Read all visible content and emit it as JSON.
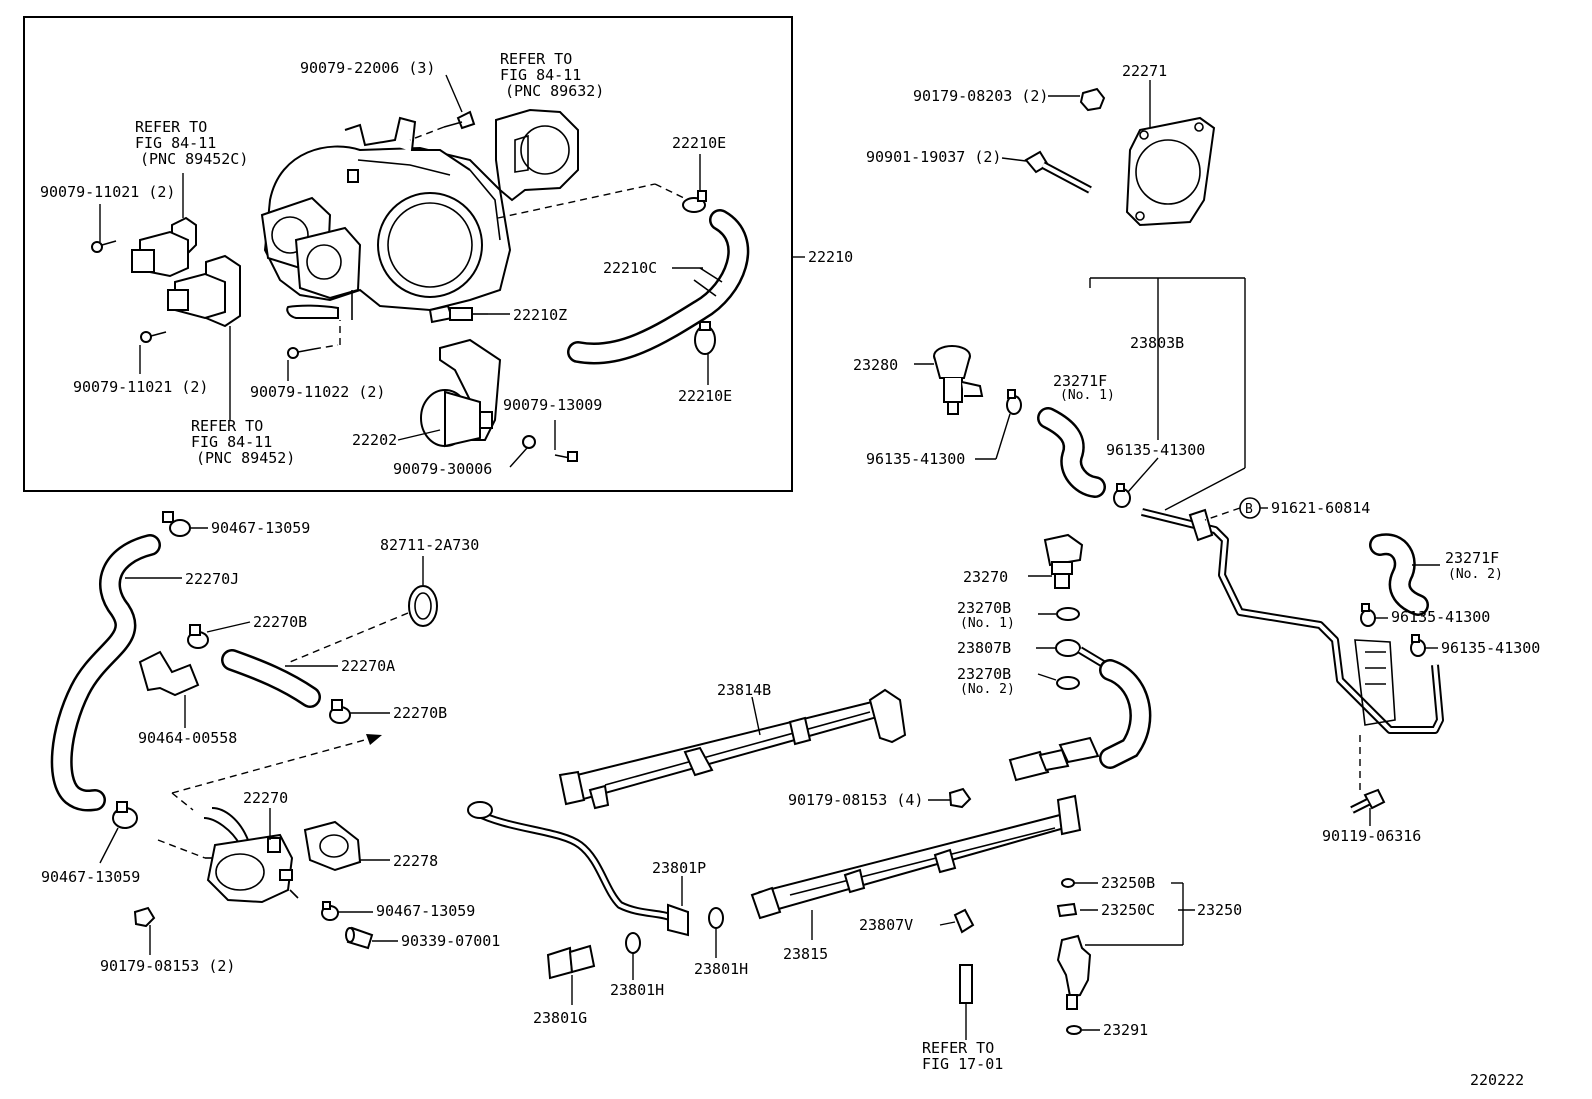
{
  "diagram": {
    "figure_id": "220222",
    "bracket_label": "22210",
    "labels": {
      "p90079_22006": "90079-22006 (3)",
      "refer_89632_1": "REFER TO",
      "refer_89632_2": "FIG 84-11",
      "refer_89632_3": "(PNC 89632)",
      "refer_89452c_1": "REFER TO",
      "refer_89452c_2": "FIG 84-11",
      "refer_89452c_3": "(PNC 89452C)",
      "p90079_11021_a": "90079-11021 (2)",
      "p90079_11021_b": "90079-11021 (2)",
      "p90079_11022": "90079-11022 (2)",
      "refer_89452_1": "REFER TO",
      "refer_89452_2": "FIG 84-11",
      "refer_89452_3": "(PNC 89452)",
      "p22210e_top": "22210E",
      "p22210c": "22210C",
      "p22210z": "22210Z",
      "p22210e_bot": "22210E",
      "p90079_13009": "90079-13009",
      "p22202": "22202",
      "p90079_30006": "90079-30006",
      "p90179_08203": "90179-08203 (2)",
      "p90901_19037": "90901-19037 (2)",
      "p22271": "22271",
      "p23280": "23280",
      "p23803b": "23803B",
      "p23271f_1": "23271F",
      "p23271f_1_no": "(No. 1)",
      "p96135_a": "96135-41300",
      "p96135_b": "96135-41300",
      "p91621": "91621-60814",
      "circle_b": "B",
      "p23271f_2": "23271F",
      "p23271f_2_no": "(No. 2)",
      "p96135_c": "96135-41300",
      "p96135_d": "96135-41300",
      "p90119": "90119-06316",
      "p90467_a": "90467-13059",
      "p82711": "82711-2A730",
      "p22270j": "22270J",
      "p22270b_a": "22270B",
      "p22270a": "22270A",
      "p22270b_b": "22270B",
      "p90464": "90464-00558",
      "p22270": "22270",
      "p22278": "22278",
      "p90467_b": "90467-13059",
      "p90467_c": "90467-13059",
      "p90339": "90339-07001",
      "p90179_08153_2": "90179-08153 (2)",
      "p23270": "23270",
      "p23270b_1": "23270B",
      "p23270b_1_no": "(No. 1)",
      "p23807b": "23807B",
      "p23270b_2": "23270B",
      "p23270b_2_no": "(No. 2)",
      "p23814b": "23814B",
      "p90179_08153_4": "90179-08153 (4)",
      "p23801p": "23801P",
      "p23815": "23815",
      "p23807v": "23807V",
      "p23250b": "23250B",
      "p23250c": "23250C",
      "p23250": "23250",
      "p23801g": "23801G",
      "p23801h_a": "23801H",
      "p23801h_b": "23801H",
      "p23291": "23291",
      "refer_17_1": "REFER TO",
      "refer_17_2": "FIG 17-01"
    }
  }
}
